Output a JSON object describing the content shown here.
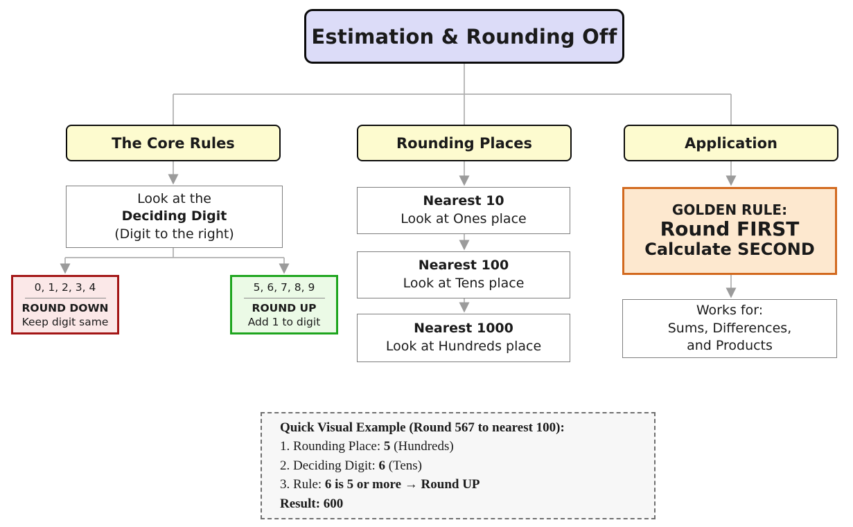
{
  "title": "Estimation & Rounding Off",
  "columns": {
    "core_rules": {
      "header": "The Core Rules",
      "deciding": {
        "line1": "Look at the",
        "line2": "Deciding Digit",
        "line3": "(Digit to the right)"
      },
      "round_down": {
        "digits": "0, 1, 2, 3, 4",
        "action": "ROUND DOWN",
        "detail": "Keep digit same"
      },
      "round_up": {
        "digits": "5, 6, 7, 8, 9",
        "action": "ROUND UP",
        "detail": "Add 1 to digit"
      }
    },
    "rounding_places": {
      "header": "Rounding Places",
      "steps": [
        {
          "title": "Nearest 10",
          "detail": "Look at Ones place"
        },
        {
          "title": "Nearest 100",
          "detail": "Look at Tens place"
        },
        {
          "title": "Nearest 1000",
          "detail": "Look at Hundreds place"
        }
      ]
    },
    "application": {
      "header": "Application",
      "golden_rule": {
        "line1": "GOLDEN RULE:",
        "line2": "Round FIRST",
        "line3": "Calculate SECOND"
      },
      "works_for": {
        "line1": "Works for:",
        "line2": "Sums, Differences,",
        "line3": "and Products"
      }
    }
  },
  "example": {
    "title": "Quick Visual Example (Round 567 to nearest 100):",
    "line1_pre": "1. Rounding Place: ",
    "line1_bold": "5",
    "line1_post": " (Hundreds)",
    "line2_pre": "2. Deciding Digit: ",
    "line2_bold": "6",
    "line2_post": " (Tens)",
    "line3_pre": "3. Rule: ",
    "line3_bold": "6 is 5 or more → Round UP",
    "result": "Result: 600"
  },
  "colors": {
    "title_fill": "#dcdcf8",
    "header_fill": "#fdfbcf",
    "round_down_fill": "#fbe8e8",
    "round_down_border": "#a31515",
    "round_up_fill": "#ebfae6",
    "round_up_border": "#1ea51e",
    "golden_fill": "#fde8cf",
    "golden_border": "#d2691e",
    "connector": "#a8a8a8"
  }
}
